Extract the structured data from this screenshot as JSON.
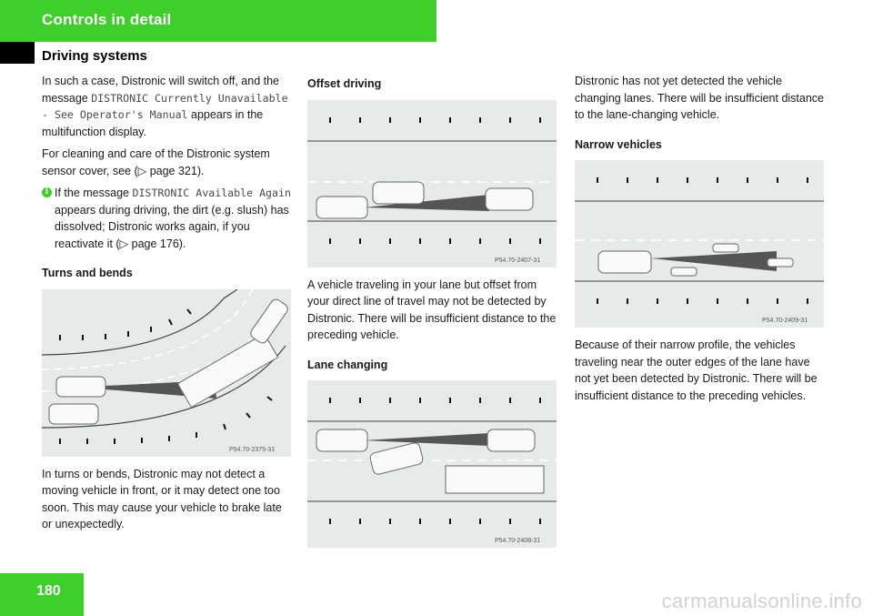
{
  "header": {
    "section": "Controls in detail",
    "subsection": "Driving systems"
  },
  "page": {
    "number": "180",
    "watermark": "carmanualsonline.info"
  },
  "column1": {
    "intro_a": "In such a case, Distronic will switch off, and the message ",
    "intro_msg": "DISTRONIC Currently Unavailable - See Operator's Manual",
    "intro_b": " appears in the multifunction display.",
    "cleaning": "For cleaning and care of the Distronic system sensor cover, see (▷ page 321).",
    "note_a": "If the message ",
    "note_msg": "DISTRONIC Available Again",
    "note_b": " appears during driving, the dirt (e.g. slush) has dissolved; Distronic works again, if you reactivate it (▷ page 176).",
    "heading_turns": "Turns and bends",
    "fig_turns_caption": "P54.70-2375-31",
    "turns_text": "In turns or bends, Distronic may not detect a moving vehicle in front, or it may detect one too soon. This may cause your vehicle to brake late or unexpectedly."
  },
  "column2": {
    "heading_offset": "Offset driving",
    "fig_offset_caption": "P54.70-2407-31",
    "offset_text": "A vehicle traveling in your lane but offset from your direct line of travel may not be detected by Distronic. There will be insufficient distance to the preceding vehicle.",
    "heading_lane": "Lane changing",
    "fig_lane_caption": "P54.70-2408-31"
  },
  "column3": {
    "lane_text": "Distronic has not yet detected the vehicle changing lanes. There will be insufficient distance to the lane-changing vehicle.",
    "heading_narrow": "Narrow vehicles",
    "fig_narrow_caption": "P54.70-2409-31",
    "narrow_text": "Because of their narrow profile, the vehicles traveling near the outer edges of the lane have not yet been detected by Distronic. There will be insufficient distance to the preceding vehicles."
  },
  "colors": {
    "accent_green": "#3fcf2a",
    "figure_bg": "#e6ebe8"
  }
}
